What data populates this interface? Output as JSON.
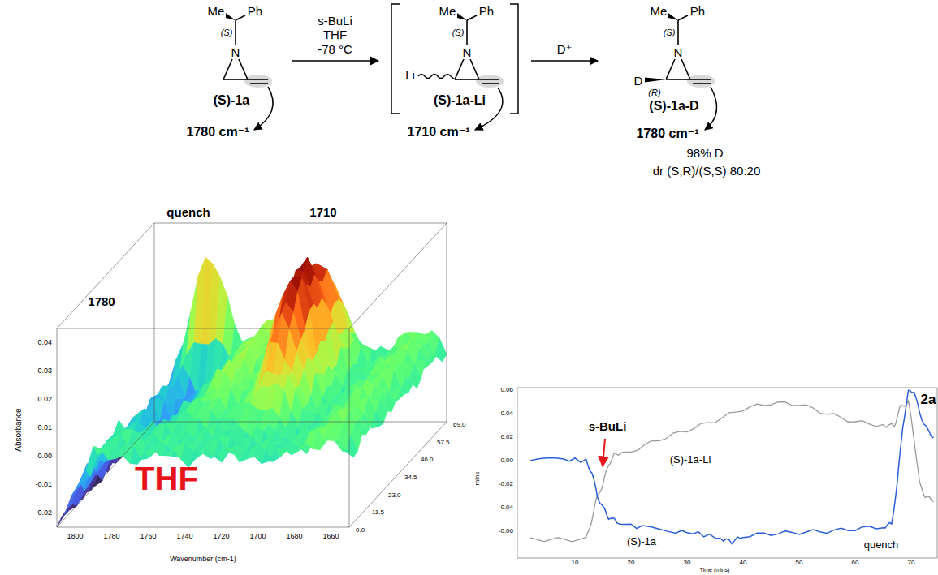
{
  "diagram": {
    "nodes": [
      {
        "text": [
          "Me",
          "Ph",
          "(S)",
          "N",
          "(S)-1a",
          "1780 cm⁻¹"
        ]
      },
      {
        "text": [
          "Me",
          "Ph",
          "(S)",
          "N",
          "Li",
          "(S)-1a-Li",
          "1710 cm⁻¹"
        ]
      },
      {
        "text": [
          "Me",
          "Ph",
          "(S)",
          "N",
          "D",
          "(R)",
          "(S)-1a-D",
          "1780 cm⁻¹",
          "98% D",
          "dr (S,R)/(S,S) 80:20"
        ]
      }
    ],
    "edges": [
      {
        "from": 0,
        "to": 1,
        "arrow": "to",
        "label": "s-BuLi THF -78 °C"
      },
      {
        "from": 1,
        "to": 2,
        "arrow": "to",
        "label": "D⁺"
      }
    ],
    "labels": [
      "1780",
      "quench",
      "1710",
      "THF",
      "Absorbance",
      "Wavenumber (cm-1)",
      "0.04",
      "0.03",
      "0.02",
      "0.01",
      "0.00",
      "-0.01",
      "-0.02",
      "1800",
      "1780",
      "1760",
      "1740",
      "1720",
      "1700",
      "1680",
      "1660",
      "0.0",
      "11.5",
      "23.0",
      "34.5",
      "46.0",
      "57.5",
      "69.0",
      "mins",
      "s-BuLi",
      "(S)-1a-Li",
      "(S)-1a",
      "2a",
      "quench",
      "0.06",
      "0.04",
      "0.02",
      "0.00",
      "-0.02",
      "-0.04",
      "-0.06",
      "10",
      "20",
      "30",
      "40",
      "50",
      "60",
      "70",
      "Time (mins)"
    ]
  }
}
